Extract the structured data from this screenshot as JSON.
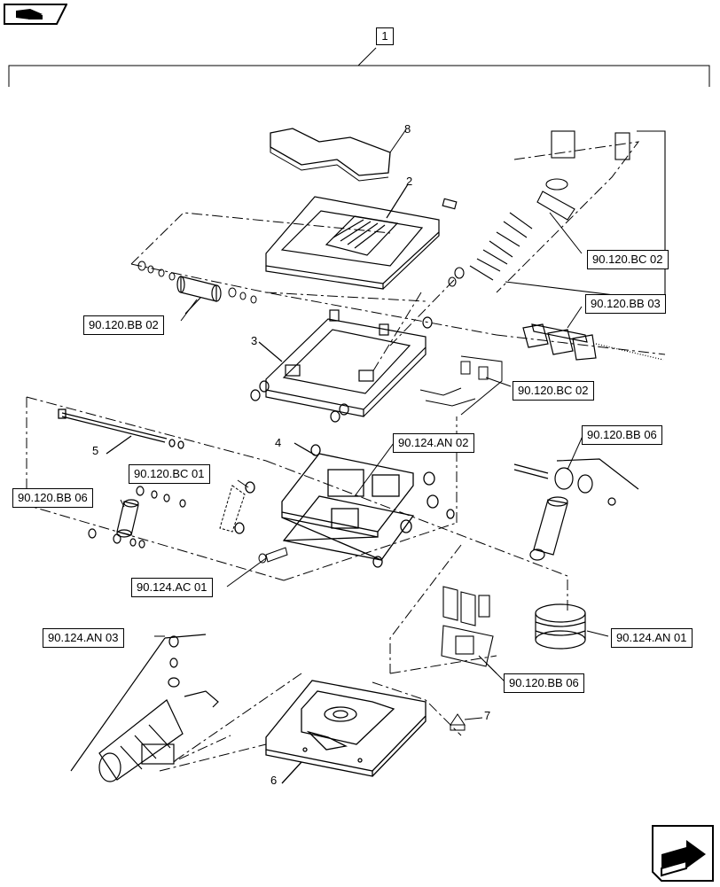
{
  "assembly_number": "1",
  "item_numbers": {
    "n2": "2",
    "n3": "3",
    "n4": "4",
    "n5": "5",
    "n6": "6",
    "n7": "7",
    "n8": "8"
  },
  "references": {
    "bc02_top": "90.120.BC 02",
    "bb03": "90.120.BB 03",
    "bb02": "90.120.BB 02",
    "bc02_mid": "90.120.BC 02",
    "an02": "90.124.AN 02",
    "bb06_right": "90.120.BB 06",
    "bc01": "90.120.BC 01",
    "bb06_left": "90.120.BB 06",
    "ac01": "90.124.AC 01",
    "an03": "90.124.AN 03",
    "an01": "90.124.AN 01",
    "bb06_bottom": "90.120.BB 06"
  },
  "icons": {
    "top_nav": "return-to-index-icon",
    "bottom_nav": "next-page-arrow-icon"
  }
}
